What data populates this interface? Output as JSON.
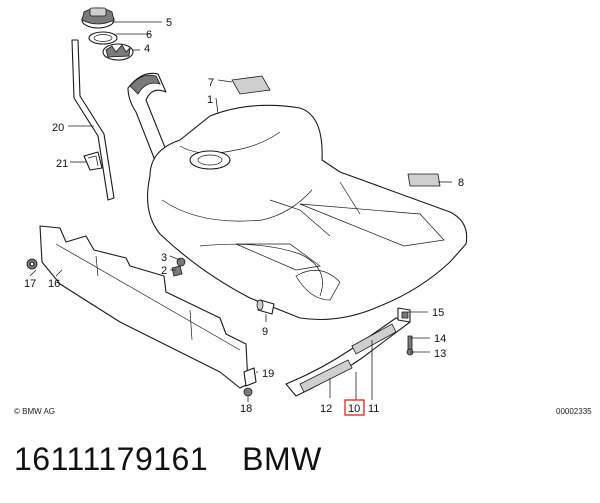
{
  "callouts": {
    "p1": "1",
    "p2": "2",
    "p3": "3",
    "p4": "4",
    "p5": "5",
    "p6": "6",
    "p7": "7",
    "p8": "8",
    "p9": "9",
    "p10": "10",
    "p11": "11",
    "p12": "12",
    "p13": "13",
    "p14": "14",
    "p15": "15",
    "p16": "16",
    "p17": "17",
    "p18": "18",
    "p19": "19",
    "p20": "20",
    "p21": "21"
  },
  "copyright": "© BMW AG",
  "diagram_id": "00002335",
  "caption": {
    "part_number": "16111179161",
    "brand": "BMW"
  },
  "highlight_color": "#e02020"
}
